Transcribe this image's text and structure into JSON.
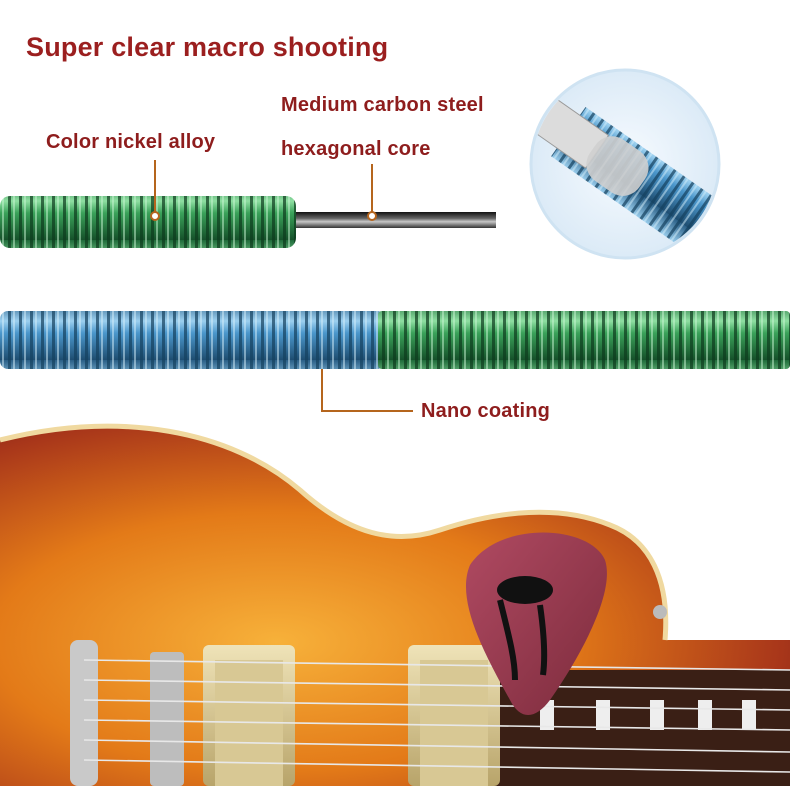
{
  "title": "Super clear macro shooting",
  "labels": {
    "medium_carbon_steel": "Medium carbon steel",
    "hexagonal_core": "hexagonal core",
    "color_nickel_alloy": "Color nickel alloy",
    "nano_coating": "Nano coating"
  },
  "colors": {
    "title": "#9b1f1f",
    "label": "#8e1d1d",
    "callout_line": "#b5651d",
    "green_winding": "#3aa25a",
    "blue_winding": "#3f8fc6",
    "core": "#2a2a2a"
  },
  "icons": {
    "zoom_inset": "string-cross-section-icon",
    "guitar": "electric-guitar-image",
    "pick": "guitar-pick-image"
  }
}
